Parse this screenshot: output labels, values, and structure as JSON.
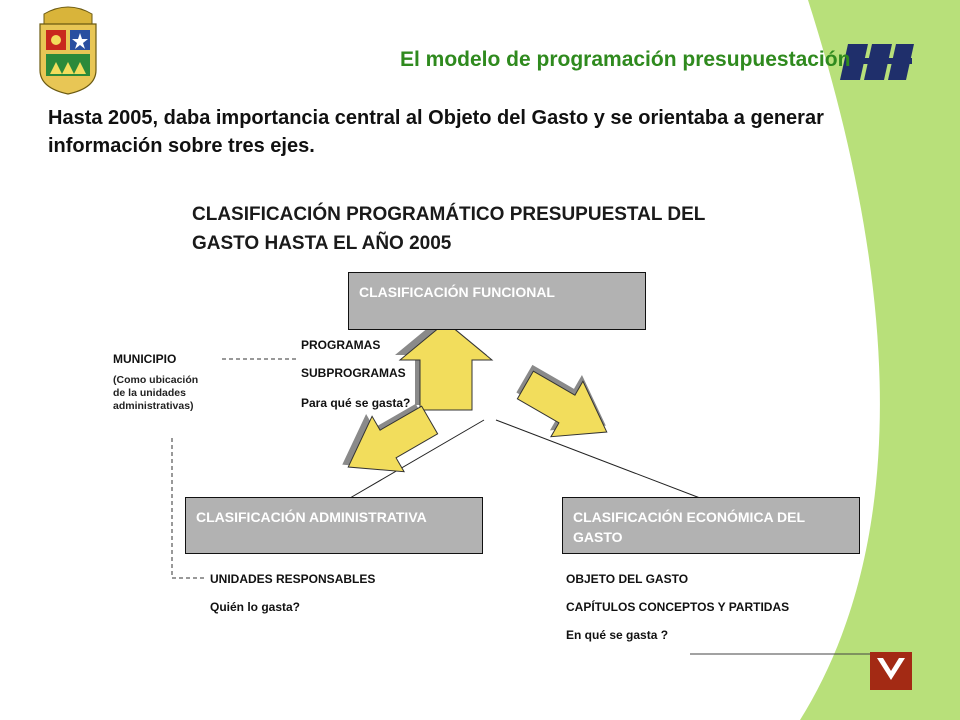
{
  "header": {
    "title": "El modelo de programación presupuestación"
  },
  "intro": {
    "text": "Hasta 2005, daba importancia central al Objeto del Gasto y se orientaba a generar información sobre tres ejes."
  },
  "diagram": {
    "title": "CLASIFICACIÓN PROGRAMÁTICO PRESUPUESTAL DEL GASTO HASTA EL AÑO 2005",
    "boxes": {
      "funcional": "CLASIFICACIÓN FUNCIONAL",
      "administrativa": "CLASIFICACIÓN ADMINISTRATIVA",
      "economica": "CLASIFICACIÓN ECONÓMICA DEL GASTO"
    },
    "municipio": {
      "title": "MUNICIPIO",
      "note": "(Como ubicación de la unidades administrativas)"
    },
    "funcional_items": [
      "PROGRAMAS",
      "SUBPROGRAMAS",
      "Para qué se gasta?"
    ],
    "administrativa_items": [
      "UNIDADES RESPONSABLES",
      "Quién lo gasta?"
    ],
    "economica_items": [
      "OBJETO DEL GASTO",
      "CAPÍTULOS CONCEPTOS Y PARTIDAS",
      "En qué se gasta ?"
    ]
  },
  "colors": {
    "accent_green": "#b8e07a",
    "title_green": "#2f8a1e",
    "box_gray": "#b2b2b2",
    "arrow_yellow": "#f2dd5c",
    "nav_red": "#a32a14"
  },
  "icons": [
    "coat-of-arms-icon",
    "sh-logo-icon",
    "nav-down-icon"
  ]
}
